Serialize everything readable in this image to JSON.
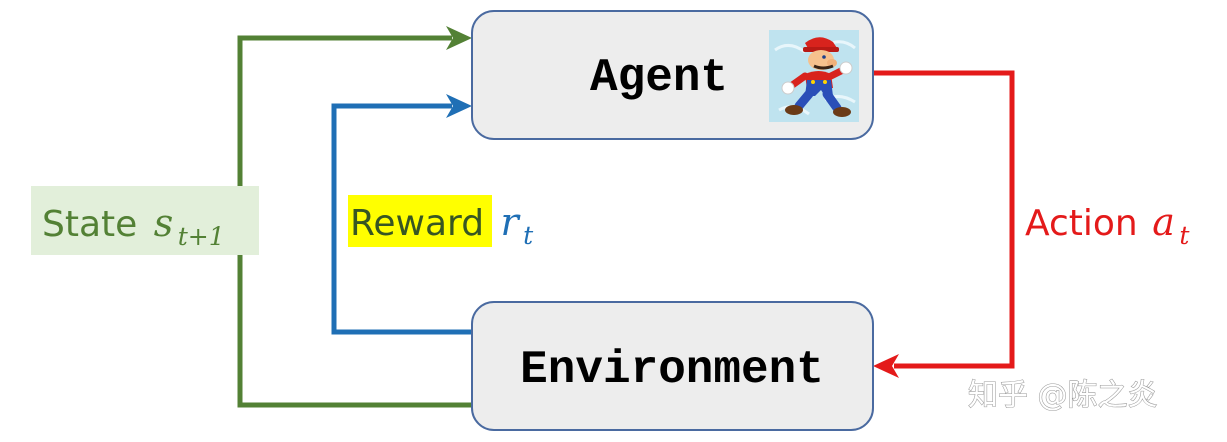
{
  "agent": {
    "label": "Agent",
    "icon": "mario-icon"
  },
  "environment": {
    "label": "Environment"
  },
  "edges": {
    "state": {
      "word": "State",
      "var": "s",
      "sub": "t+1",
      "color": "#538135",
      "bg": "#e2efda"
    },
    "reward": {
      "word": "Reward",
      "var": "r",
      "sub": "t",
      "color": "#1f6fb5",
      "word_color": "#375623",
      "highlight": "#ffff00"
    },
    "action": {
      "word": "Action",
      "var": "a",
      "sub": "t",
      "color": "#e41a1a"
    }
  },
  "watermark": {
    "text": "知乎 @陈之炎"
  },
  "colors": {
    "box_fill": "#ededed",
    "box_stroke": "#4a6aa0"
  }
}
